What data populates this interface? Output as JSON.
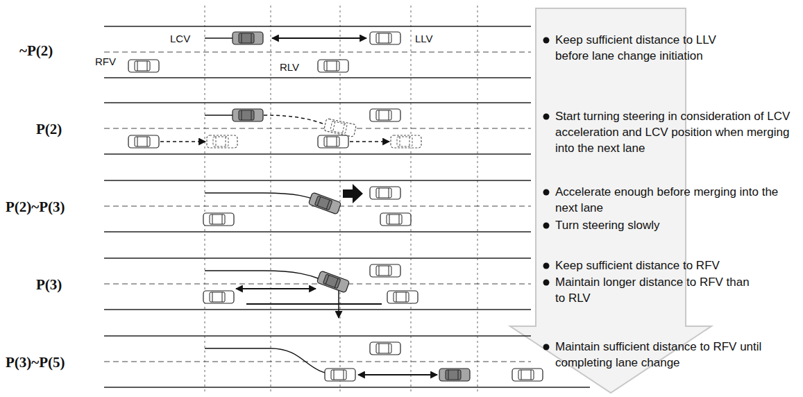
{
  "diagram": {
    "labels": [
      "~P(2)",
      "LCV",
      "LLV",
      "RFV",
      "RLV",
      "Keep sufficient distance to LLV before lane change initiation",
      "P(2)",
      "Start turning steering in consideration of LCV acceleration and LCV position when merging into the next lane",
      "P(2)~P(3)",
      "Accelerate enough before merging into the next lane",
      "Turn steering slowly",
      "P(3)",
      "Keep sufficient distance to RFV",
      "Maintain longer distance to RFV than to RLV",
      "P(3)~P(5)",
      "Maintain sufficient distance to RFV until completing lane change"
    ]
  }
}
